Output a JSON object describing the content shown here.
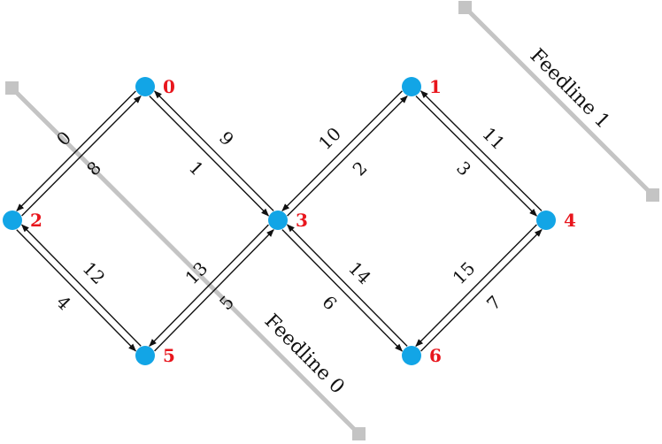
{
  "colors": {
    "qubit_fill": "#12a5e6",
    "qubit_label": "#e8161d",
    "feedline": "#c4c4c4",
    "arrow": "#111111"
  },
  "feedlines": [
    {
      "id": "feedline-0",
      "label": "Feedline 0"
    },
    {
      "id": "feedline-1",
      "label": "Feedline 1"
    }
  ],
  "qubits": [
    {
      "id": 0,
      "label": "0"
    },
    {
      "id": 1,
      "label": "1"
    },
    {
      "id": 2,
      "label": "2"
    },
    {
      "id": 3,
      "label": "3"
    },
    {
      "id": 4,
      "label": "4"
    },
    {
      "id": 5,
      "label": "5"
    },
    {
      "id": 6,
      "label": "6"
    }
  ],
  "couplings": [
    {
      "id": 0,
      "from": 0,
      "to": 2,
      "label": "0"
    },
    {
      "id": 1,
      "from": 0,
      "to": 3,
      "label": "1"
    },
    {
      "id": 2,
      "from": 3,
      "to": 1,
      "label": "2"
    },
    {
      "id": 3,
      "from": 1,
      "to": 4,
      "label": "3"
    },
    {
      "id": 4,
      "from": 2,
      "to": 5,
      "label": "4"
    },
    {
      "id": 5,
      "from": 5,
      "to": 3,
      "label": "5"
    },
    {
      "id": 6,
      "from": 3,
      "to": 6,
      "label": "6"
    },
    {
      "id": 7,
      "from": 6,
      "to": 4,
      "label": "7"
    },
    {
      "id": 8,
      "from": 2,
      "to": 0,
      "label": "8"
    },
    {
      "id": 9,
      "from": 3,
      "to": 0,
      "label": "9"
    },
    {
      "id": 10,
      "from": 1,
      "to": 3,
      "label": "10"
    },
    {
      "id": 11,
      "from": 4,
      "to": 1,
      "label": "11"
    },
    {
      "id": 12,
      "from": 5,
      "to": 2,
      "label": "12"
    },
    {
      "id": 13,
      "from": 3,
      "to": 5,
      "label": "13"
    },
    {
      "id": 14,
      "from": 6,
      "to": 3,
      "label": "14"
    },
    {
      "id": 15,
      "from": 4,
      "to": 6,
      "label": "15"
    }
  ]
}
